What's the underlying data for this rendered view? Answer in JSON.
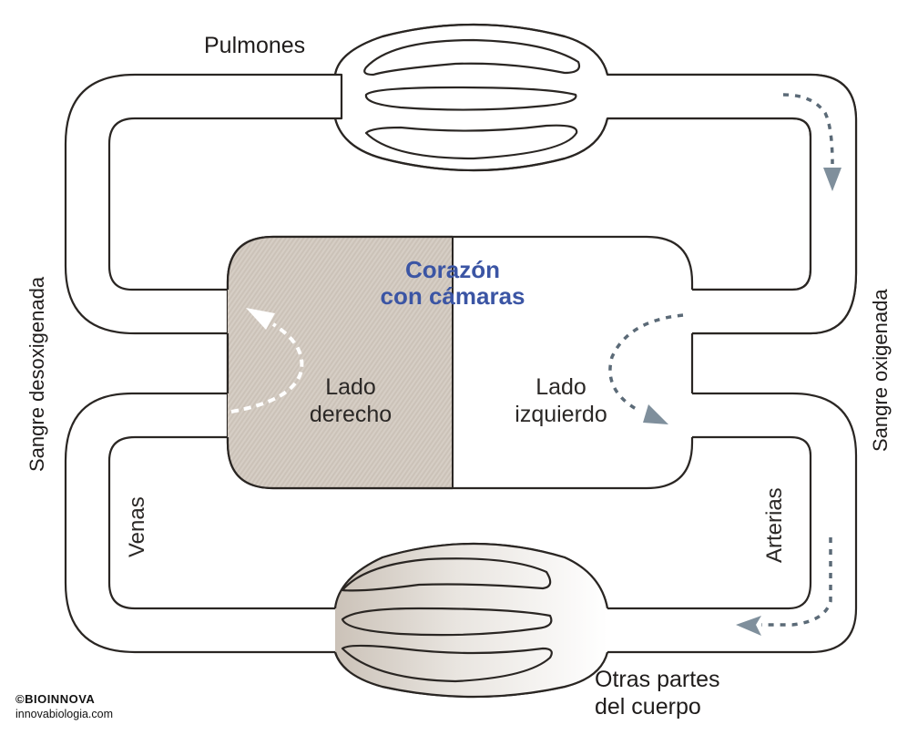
{
  "diagram": {
    "title_line1": "Corazón",
    "title_line2": "con cámaras",
    "labels": {
      "lungs": "Pulmones",
      "body_line1": "Otras partes",
      "body_line2": "del cuerpo",
      "right_side_line1": "Lado",
      "right_side_line2": "derecho",
      "left_side_line1": "Lado",
      "left_side_line2": "izquierdo",
      "veins": "Venas",
      "arteries": "Arterias",
      "deoxygenated": "Sangre desoxigenada",
      "oxygenated": "Sangre oxigenada"
    },
    "colors": {
      "deoxygenated_fill": "#cfc6bd",
      "oxygenated_fill": "#ffffff",
      "title": "#3b55a4",
      "deoxy_arrow": "#ffffff",
      "oxy_arrow": "#6f8190"
    },
    "flow": [
      {
        "from": "Lado derecho",
        "to": "Pulmones",
        "blood": "desoxigenada"
      },
      {
        "from": "Pulmones",
        "to": "Lado izquierdo",
        "blood": "oxigenada"
      },
      {
        "from": "Lado izquierdo",
        "to": "Otras partes del cuerpo",
        "blood": "oxigenada"
      },
      {
        "from": "Otras partes del cuerpo",
        "to": "Lado derecho",
        "blood": "desoxigenada"
      }
    ]
  },
  "credit": {
    "brand": "©BIOINNOVA",
    "url": "innovabiologia.com"
  }
}
